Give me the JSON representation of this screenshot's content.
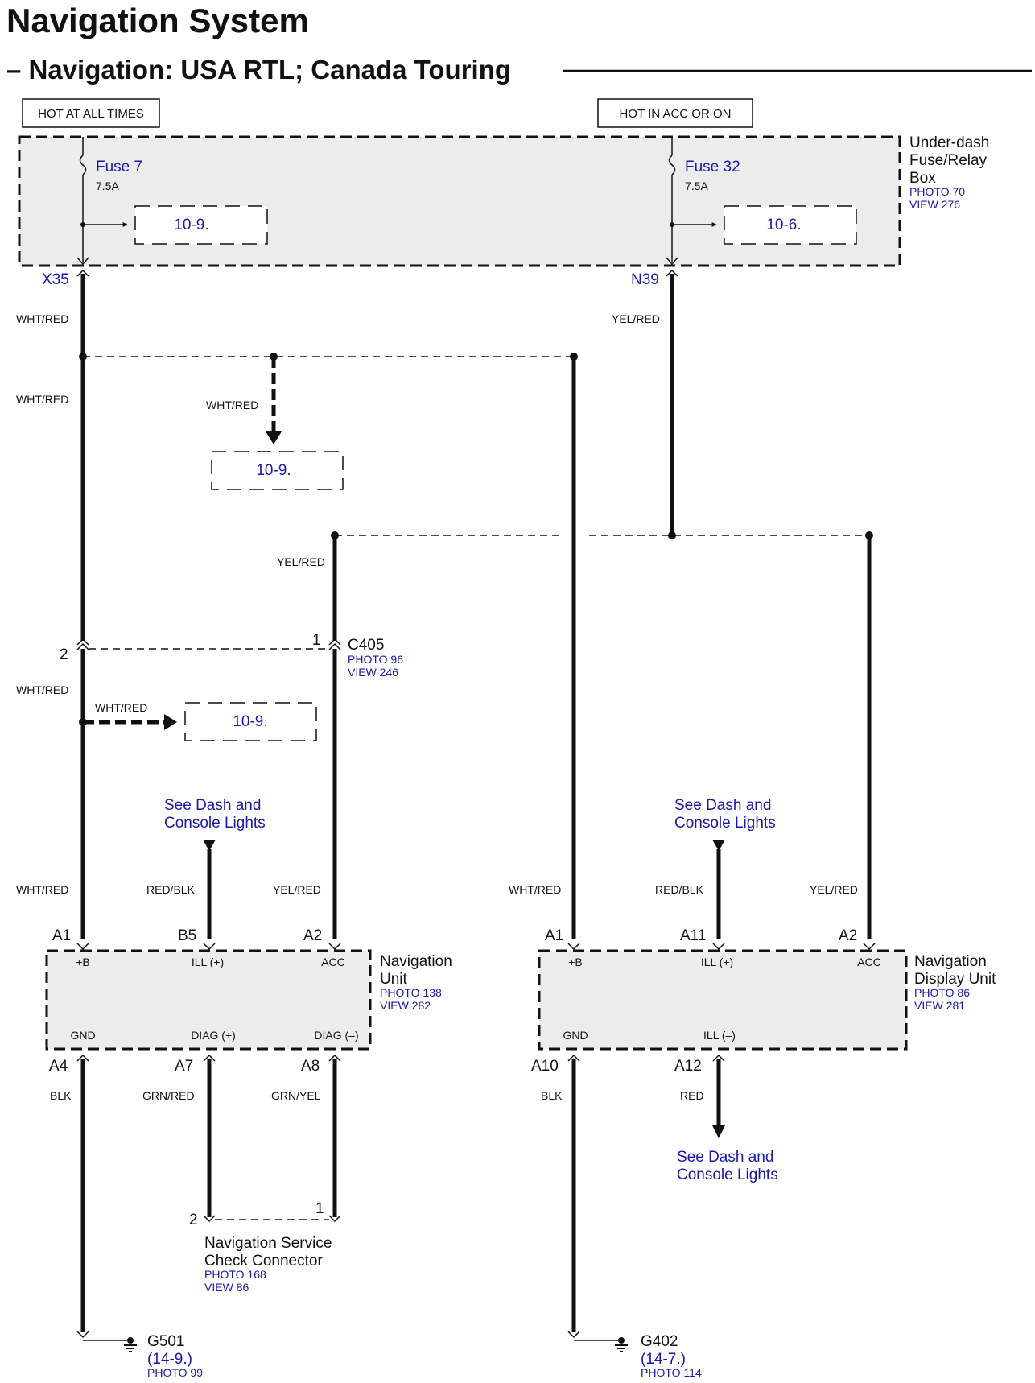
{
  "title": "Navigation System",
  "subtitle": "– Navigation: USA RTL; Canada Touring",
  "power_labels": {
    "hot_always": "HOT AT ALL TIMES",
    "hot_acc": "HOT IN ACC OR ON"
  },
  "fuse_box": {
    "name_line1": "Under-dash",
    "name_line2": "Fuse/Relay",
    "name_line3": "Box",
    "photo": "PHOTO 70",
    "view": "VIEW 276",
    "fuse_a": {
      "name": "Fuse 7",
      "rating": "7.5A",
      "ref": "10-9.",
      "terminal": "X35"
    },
    "fuse_b": {
      "name": "Fuse 32",
      "rating": "7.5A",
      "ref": "10-6.",
      "terminal": "N39"
    }
  },
  "refs": {
    "mid": "10-9.",
    "low": "10-9."
  },
  "connector_c405": {
    "name": "C405",
    "photo": "PHOTO 96",
    "view": "VIEW 246",
    "pin_left": "2",
    "pin_right": "1"
  },
  "wire_colors": {
    "wht_red": "WHT/RED",
    "yel_red": "YEL/RED",
    "red_blk": "RED/BLK",
    "blk": "BLK",
    "grn_red": "GRN/RED",
    "grn_yel": "GRN/YEL",
    "red": "RED"
  },
  "see_dash": {
    "line1": "See Dash and",
    "line2": "Console Lights"
  },
  "nav_unit": {
    "name_line1": "Navigation",
    "name_line2": "Unit",
    "photo": "PHOTO 138",
    "view": "VIEW 282",
    "pins_top": [
      "A1",
      "B5",
      "A2"
    ],
    "pins_bottom": [
      "A4",
      "A7",
      "A8"
    ],
    "labels_top": [
      "+B",
      "ILL (+)",
      "ACC"
    ],
    "labels_bottom": [
      "GND",
      "DIAG (+)",
      "DIAG (–)"
    ]
  },
  "display_unit": {
    "name_line1": "Navigation",
    "name_line2": "Display Unit",
    "photo": "PHOTO 86",
    "view": "VIEW 281",
    "pins_top": [
      "A1",
      "A11",
      "A2"
    ],
    "pins_bottom": [
      "A10",
      "A12"
    ],
    "labels_top": [
      "+B",
      "ILL (+)",
      "ACC"
    ],
    "labels_bottom": [
      "GND",
      "ILL (–)"
    ]
  },
  "service_connector": {
    "name_line1": "Navigation Service",
    "name_line2": "Check Connector",
    "photo": "PHOTO 168",
    "view": "VIEW 86",
    "pin_left": "2",
    "pin_right": "1"
  },
  "ground_g501": {
    "name": "G501",
    "ref": "(14-9.)",
    "photo": "PHOTO 99"
  },
  "ground_g402": {
    "name": "G402",
    "ref": "(14-7.)",
    "photo": "PHOTO 114"
  },
  "colors": {
    "ink": "#111111",
    "link_blue": "#1a1aa8",
    "box_fill": "#ececec"
  }
}
